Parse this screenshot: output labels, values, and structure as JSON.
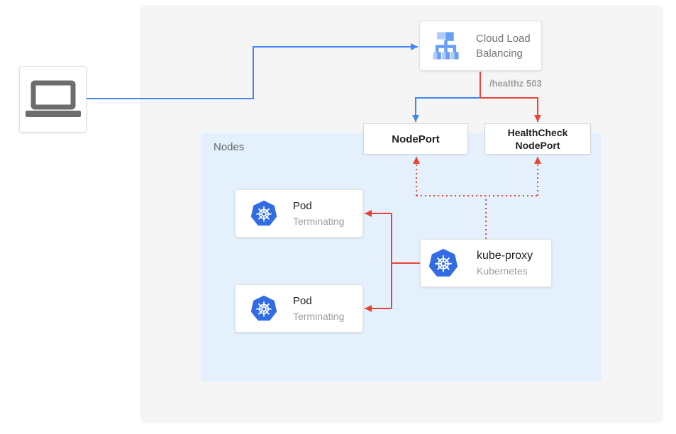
{
  "colors": {
    "accent_blue": "#4285f4",
    "accent_red": "#ea4335",
    "canvas_bg": "#f5f5f6",
    "nodes_bg": "#e4f1fd",
    "kubernetes_blue": "#326ce5",
    "icon_gray": "#6d6d6d",
    "clb_icon_light": "#aecbfa",
    "clb_icon_mid": "#669df6"
  },
  "client": {
    "icon": "laptop-icon"
  },
  "cloud_load_balancing": {
    "label": "Cloud Load Balancing",
    "icon": "cloud-load-balancing-icon"
  },
  "health_check_annotation": "/healthz 503",
  "node_port": {
    "label": "NodePort"
  },
  "health_check_node_port": {
    "label": "HealthCheck NodePort"
  },
  "nodes": {
    "label": "Nodes",
    "pods": [
      {
        "title": "Pod",
        "status": "Terminating"
      },
      {
        "title": "Pod",
        "status": "Terminating"
      }
    ],
    "kube_proxy": {
      "title": "kube-proxy",
      "subtitle": "Kubernetes"
    }
  }
}
